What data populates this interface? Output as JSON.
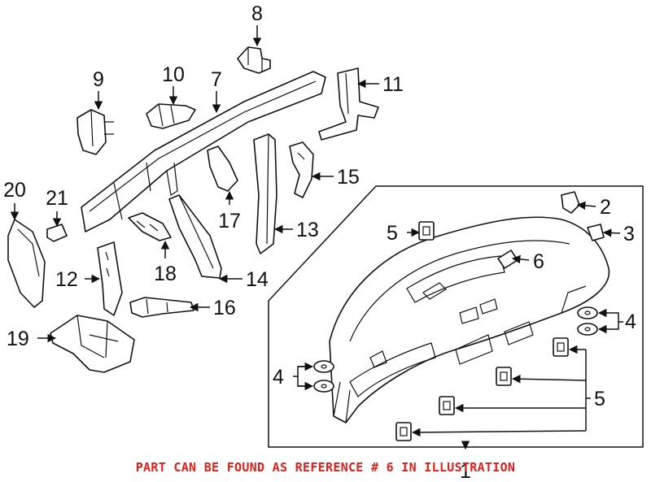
{
  "callouts": {
    "n1": "1",
    "n2": "2",
    "n3": "3",
    "n4a": "4",
    "n4b": "4",
    "n5a": "5",
    "n5b": "5",
    "n6": "6",
    "n7": "7",
    "n8": "8",
    "n9": "9",
    "n10": "10",
    "n11": "11",
    "n12": "12",
    "n13": "13",
    "n14": "14",
    "n15": "15",
    "n16": "16",
    "n17": "17",
    "n18": "18",
    "n19": "19",
    "n20": "20",
    "n21": "21"
  },
  "note": {
    "text": "PART CAN BE FOUND AS REFERENCE # 6 IN ILLUSTRATION",
    "color": "#e0201b"
  }
}
